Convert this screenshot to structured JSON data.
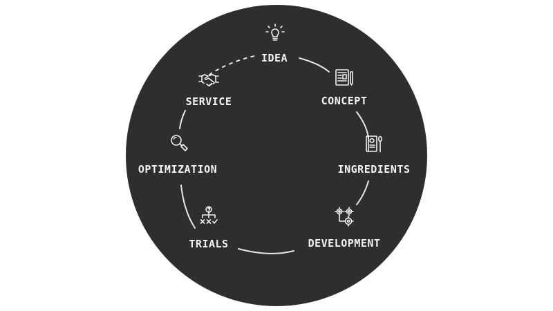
{
  "diagram": {
    "background_color": "#2e2e2e",
    "text_color": "#f4f4f4",
    "stages": [
      {
        "label": "IDEA",
        "icon": "lightbulb-icon"
      },
      {
        "label": "CONCEPT",
        "icon": "document-pen-icon"
      },
      {
        "label": "INGREDIENTS",
        "icon": "recipe-book-spoon-icon"
      },
      {
        "label": "DEVELOPMENT",
        "icon": "gears-icon"
      },
      {
        "label": "TRIALS",
        "icon": "decision-tree-icon"
      },
      {
        "label": "OPTIMIZATION",
        "icon": "magnifier-icon"
      },
      {
        "label": "SERVICE",
        "icon": "handshake-icon"
      }
    ]
  }
}
